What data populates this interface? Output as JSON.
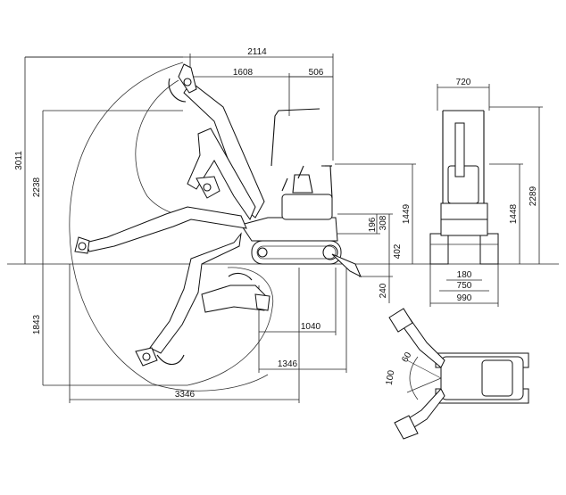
{
  "side_view": {
    "dimensions": {
      "overall_reach": "2114",
      "upper_reach": "1608",
      "cab_offset": "506",
      "max_dig_height": "3011",
      "max_dump_height": "2238",
      "max_dig_depth": "1843",
      "max_reach_ground": "3346",
      "blade_reach": "1040",
      "boom_offset_reach": "1346",
      "canopy_height": "1449",
      "track_height": "402",
      "blade_height": "196",
      "ground_clearance": "308",
      "blade_depth": "240"
    }
  },
  "front_view": {
    "dimensions": {
      "top_width": "720",
      "overall_height": "2289",
      "cab_height": "1448",
      "track_width": "180",
      "gauge": "750",
      "overall_width": "990"
    }
  },
  "top_view": {
    "dimensions": {
      "swing_left": "60",
      "swing_right": "100"
    }
  }
}
